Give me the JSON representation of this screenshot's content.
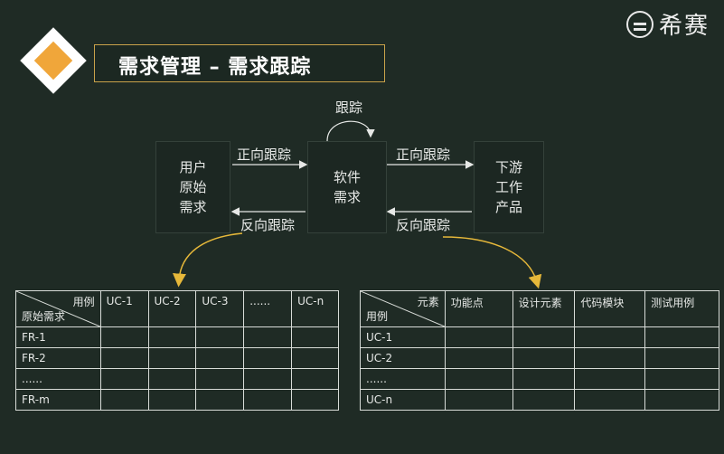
{
  "logo": {
    "text": "希赛"
  },
  "title": "需求管理 – 需求跟踪",
  "flow": {
    "user_box": "用户\n原始\n需求",
    "software_box": "软件\n需求",
    "downstream_box": "下游\n工作\n产品",
    "self_trace": "跟踪",
    "forward_left": "正向跟踪",
    "backward_left": "反向跟踪",
    "forward_right": "正向跟踪",
    "backward_right": "反向跟踪"
  },
  "left_table": {
    "corner_top": "用例",
    "corner_bottom": "原始需求",
    "columns": [
      "UC-1",
      "UC-2",
      "UC-3",
      "......",
      "UC-n"
    ],
    "rows": [
      "FR-1",
      "FR-2",
      "......",
      "FR-m"
    ]
  },
  "right_table": {
    "corner_top": "元素",
    "corner_bottom": "用例",
    "columns": [
      "功能点",
      "设计元素",
      "代码模块",
      "测试用例"
    ],
    "rows": [
      "UC-1",
      "UC-2",
      "......",
      "UC-n"
    ]
  },
  "colors": {
    "accent": "#f0a63a",
    "arrow_curve": "#e6b83a",
    "background": "#1f2b25"
  }
}
